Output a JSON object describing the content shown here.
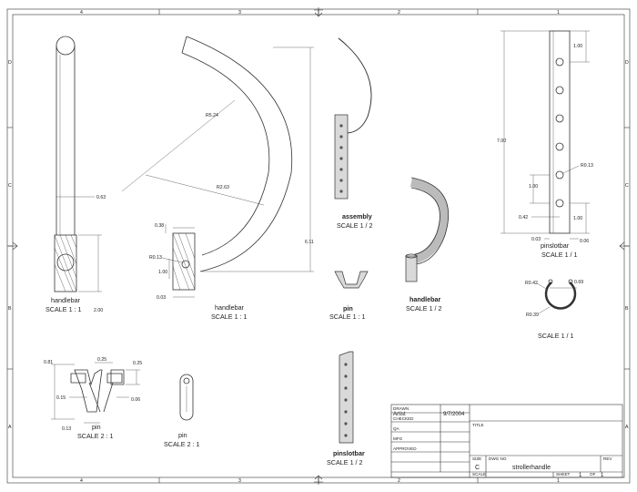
{
  "border": {
    "col_labels_top": [
      "4",
      "3",
      "2",
      "1"
    ],
    "col_labels_bottom": [
      "4",
      "3",
      "2",
      "1"
    ],
    "row_labels_left": [
      "D",
      "C",
      "B",
      "A"
    ],
    "row_labels_right": [
      "D",
      "C",
      "B",
      "A"
    ]
  },
  "views": {
    "handlebar_side": {
      "name": "handlebar",
      "scale": "SCALE 1 : 1",
      "dim_width": "0.63",
      "dim_height": "2.00"
    },
    "handlebar_bend": {
      "name": "handlebar",
      "scale": "SCALE 1 : 1",
      "r1": "R5.24",
      "r2": "R2.63",
      "d1": "0.38",
      "d2": "R0.13",
      "d3": "1.00",
      "d4": "0.03",
      "d5": "6.11"
    },
    "assembly": {
      "name": "assembly",
      "scale": "SCALE 1 / 2"
    },
    "pin_small": {
      "name": "pin",
      "scale": "SCALE 1 : 1"
    },
    "handlebar_half": {
      "name": "handlebar",
      "scale": "SCALE 1 / 2"
    },
    "pinslotbar_side": {
      "name": "pinslotbar",
      "scale": "SCALE 1 / 1",
      "d1": "1.00",
      "d2": "7.00",
      "d3": "R0.13",
      "d4": "1.00",
      "d5": "0.42",
      "d6": "1.00",
      "d7": "0.03",
      "d8": "0.06"
    },
    "clip": {
      "scale": "SCALE 1 / 1",
      "d1": "R0.42",
      "d2": "0.69",
      "d3": "R0.39"
    },
    "pin_detail": {
      "name": "pin",
      "scale": "SCALE 2 : 1",
      "d1": "0.81",
      "d2": "0.25",
      "d3": "0.25",
      "d4": "0.15",
      "d5": "0.06",
      "d6": "0.13"
    },
    "pin_top": {
      "name": "pin",
      "scale": "SCALE 2 : 1"
    },
    "pinslotbar_half": {
      "name": "pinslotbar",
      "scale": "SCALE 1 / 2"
    }
  },
  "title_block": {
    "drawn_label": "DRAWN",
    "drawn_by": "Artist",
    "drawn_date": "9/7/2004",
    "checked_label": "CHECKED",
    "qa_label": "QA",
    "mfg_label": "MFG",
    "approved_label": "APPROVED",
    "title_label": "TITLE",
    "size_label": "SIZE",
    "size_value": "C",
    "dwg_label": "DWG NO",
    "dwg_value": "strollerhandle",
    "rev_label": "REV",
    "scale_label": "SCALE",
    "sheet_label": "SHEET",
    "sheet_num": "1",
    "of_label": "OF",
    "sheet_total": "1"
  }
}
